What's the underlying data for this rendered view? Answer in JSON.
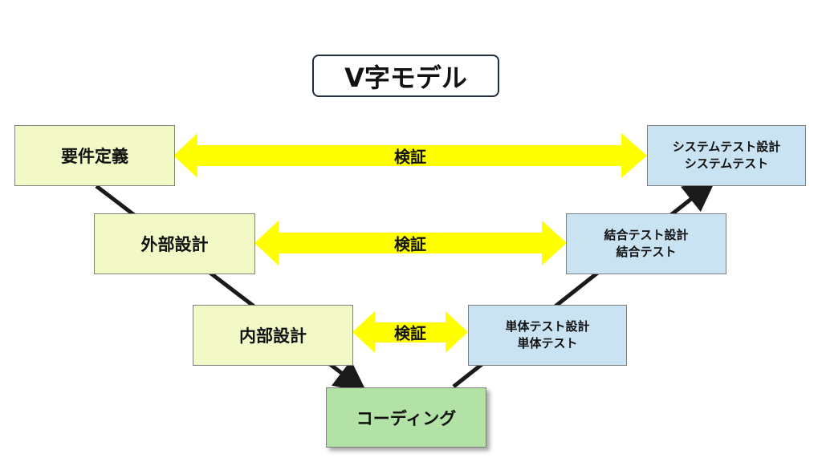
{
  "title": "V字モデル",
  "left": {
    "requirements": "要件定義",
    "external": "外部設計",
    "internal": "内部設計"
  },
  "bottom": {
    "coding": "コーディング"
  },
  "right": {
    "system_line1": "システムテスト設計",
    "system_line2": "システムテスト",
    "integration_line1": "結合テスト設計",
    "integration_line2": "結合テスト",
    "unit_line1": "単体テスト設計",
    "unit_line2": "単体テスト"
  },
  "verify": {
    "label1": "検証",
    "label2": "検証",
    "label3": "検証"
  },
  "colors": {
    "left_fill": "#f3f9c6",
    "right_fill": "#c9e3f3",
    "coding_fill": "#b3e2a6",
    "arrow_fill": "#ffff00"
  }
}
